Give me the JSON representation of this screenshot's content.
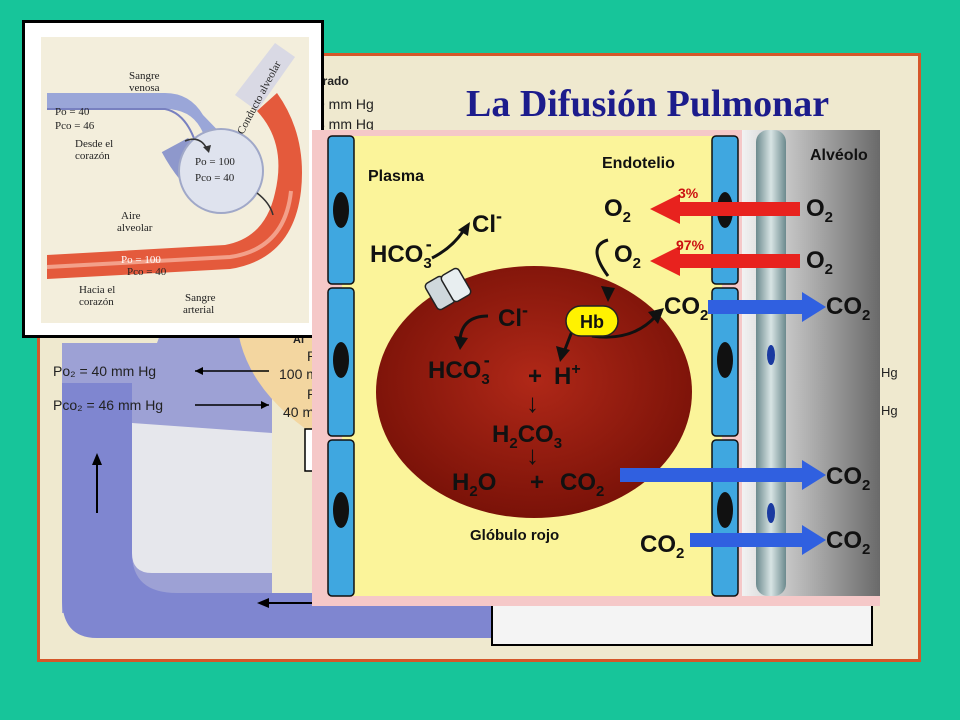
{
  "colors": {
    "background": "#17c59a",
    "panel_border": "#d5572a",
    "title": "#1c1c8c",
    "plasma": "#fbf49a",
    "cell": "#8e1d12",
    "endothelium": "#3fa7e0",
    "arrow_o2": "#e8221e",
    "arrow_co2": "#3060e0"
  },
  "title": "La Difusión Pulmonar",
  "back_panel": {
    "label_top": "pirado",
    "value_1": "9 mm Hg",
    "value_2": "3 mm Hg",
    "label_alv": "Al",
    "po2": "Po₂ = 40 mm Hg",
    "pco2": "Pco₂ = 46 mm Hg",
    "mid_p1": "P",
    "mid_100": "100 m",
    "mid_p2": "P",
    "mid_40": "40 m",
    "right_hg1": "Hg",
    "right_hg2": "Hg"
  },
  "inset": {
    "sangre_venosa": [
      "Sangre",
      "venosa"
    ],
    "conducto": "Conducto alveolar",
    "po_venous": "Po  = 40",
    "pco_venous": "Pco  = 46",
    "desde": [
      "Desde el",
      "corazón"
    ],
    "po_alv": "Po  = 100",
    "pco_alv": "Pco  = 40",
    "aire": [
      "Aire",
      "alveolar"
    ],
    "po_art": "Po  = 100",
    "pco_art": "Pco  = 40",
    "hacia": [
      "Hacia el",
      "corazón"
    ],
    "sangre_arterial": [
      "Sangre",
      "arterial"
    ]
  },
  "main": {
    "plasma": "Plasma",
    "endotelio": "Endotelio",
    "alveolo": "Alvéolo",
    "o2": "O",
    "co2": "CO",
    "sub2": "2",
    "pct3": "3%",
    "pct97": "97%",
    "hco3": "HCO",
    "sub3": "3",
    "minus": "-",
    "cl": "Cl",
    "hb": "Hb",
    "h": "H",
    "plus_sign": "+",
    "h2co3_h": "H",
    "h2co3_co": "CO",
    "h2o_h": "H",
    "h2o_o": "O",
    "globulo": "Glóbulo rojo",
    "down_arrow": "↓"
  }
}
